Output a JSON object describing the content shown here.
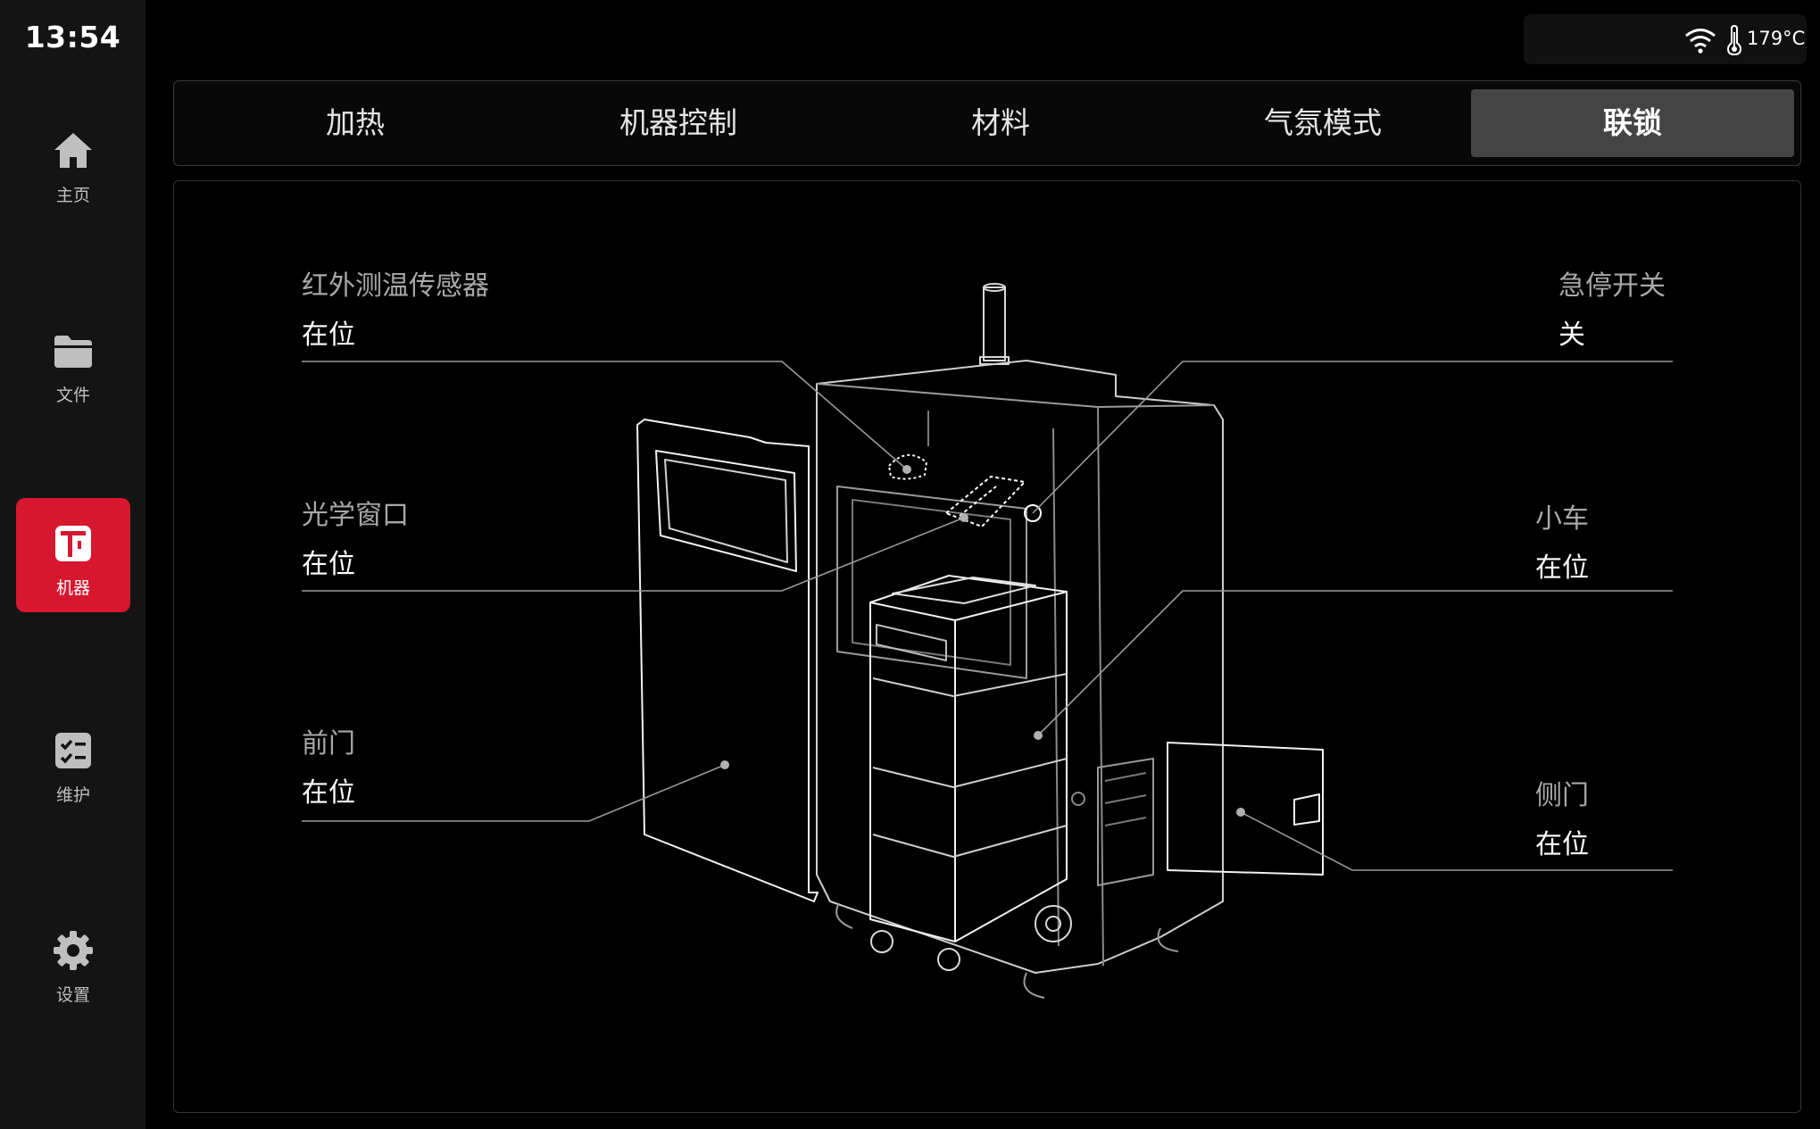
{
  "status_bar": {
    "time": "13:54",
    "temperature": "179°C",
    "wifi_icon": "wifi-icon",
    "thermometer_icon": "thermometer-icon"
  },
  "sidebar": {
    "items": [
      {
        "label": "主页",
        "icon": "home-icon",
        "active": false
      },
      {
        "label": "文件",
        "icon": "folder-icon",
        "active": false
      },
      {
        "label": "机器",
        "icon": "machine-icon",
        "active": true
      },
      {
        "label": "维护",
        "icon": "maintenance-icon",
        "active": false
      },
      {
        "label": "设置",
        "icon": "gear-icon",
        "active": false
      }
    ]
  },
  "tabs": [
    {
      "label": "加热",
      "active": false
    },
    {
      "label": "机器控制",
      "active": false
    },
    {
      "label": "材料",
      "active": false
    },
    {
      "label": "气氛模式",
      "active": false
    },
    {
      "label": "联锁",
      "active": true
    }
  ],
  "interlocks": {
    "infrared_sensor": {
      "title": "红外测温传感器",
      "value": "在位"
    },
    "optical_window": {
      "title": "光学窗口",
      "value": "在位"
    },
    "front_door": {
      "title": "前门",
      "value": "在位"
    },
    "emergency_stop": {
      "title": "急停开关",
      "value": "关"
    },
    "cart": {
      "title": "小车",
      "value": "在位"
    },
    "side_door": {
      "title": "侧门",
      "value": "在位"
    }
  },
  "colors": {
    "accent": "#d7172f",
    "tab_active_bg": "#444444",
    "panel_border": "#333333"
  }
}
